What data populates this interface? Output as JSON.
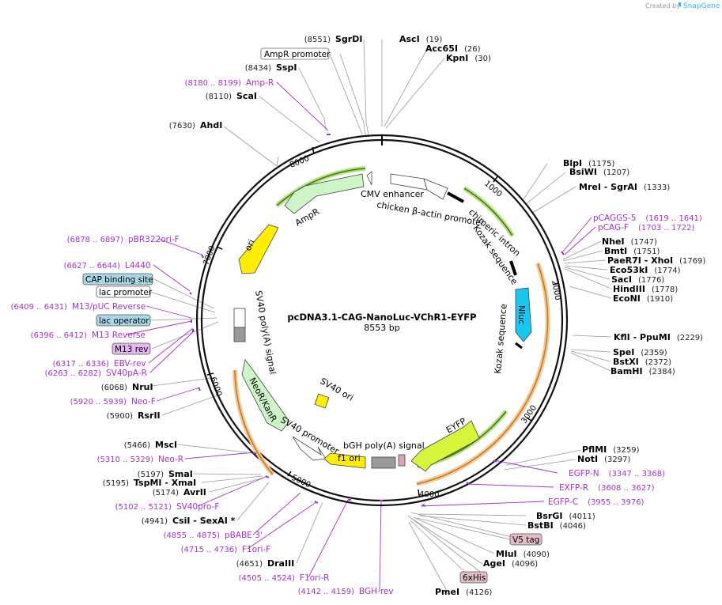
{
  "credit": {
    "prefix": "Created by",
    "brand": "SnapGene"
  },
  "plasmid": {
    "name": "pcDNA3.1-CAG-NanoLuc-VChR1-EYFP",
    "size": "8553 bp"
  },
  "ticks": [
    "1000",
    "2000",
    "3000",
    "4000",
    "5000",
    "6000",
    "7000",
    "8000"
  ],
  "enzymes": [
    {
      "id": "sgrdi",
      "name": "SgrDI",
      "pos": "(8551)"
    },
    {
      "id": "asci",
      "name": "AscI",
      "pos": "(19)"
    },
    {
      "id": "acc65i",
      "name": "Acc65I",
      "pos": "(26)"
    },
    {
      "id": "kpni",
      "name": "KpnI",
      "pos": "(30)"
    },
    {
      "id": "sspi",
      "name": "SspI",
      "pos": "(8434)"
    },
    {
      "id": "scai",
      "name": "ScaI",
      "pos": "(8110)"
    },
    {
      "id": "ahdi",
      "name": "AhdI",
      "pos": "(7630)"
    },
    {
      "id": "blpi",
      "name": "BlpI",
      "pos": "(1175)"
    },
    {
      "id": "bsiwi",
      "name": "BsiWI",
      "pos": "(1207)"
    },
    {
      "id": "mrei",
      "name": "MreI  - SgrAI",
      "pos": "(1333)"
    },
    {
      "id": "nhei",
      "name": "NheI",
      "pos": "(1747)"
    },
    {
      "id": "bmti",
      "name": "BmtI",
      "pos": "(1751)"
    },
    {
      "id": "paer7i",
      "name": "PaeR7I  - XhoI",
      "pos": "(1769)"
    },
    {
      "id": "eco53ki",
      "name": "Eco53kI",
      "pos": "(1774)"
    },
    {
      "id": "saci",
      "name": "SacI",
      "pos": "(1776)"
    },
    {
      "id": "hindiii",
      "name": "HindIII",
      "pos": "(1778)"
    },
    {
      "id": "econi",
      "name": "EcoNI",
      "pos": "(1910)"
    },
    {
      "id": "kfli",
      "name": "KflI  - PpuMI",
      "pos": "(2229)"
    },
    {
      "id": "spei",
      "name": "SpeI",
      "pos": "(2359)"
    },
    {
      "id": "bstxi",
      "name": "BstXI",
      "pos": "(2372)"
    },
    {
      "id": "bamhi",
      "name": "BamHI",
      "pos": "(2384)"
    },
    {
      "id": "pflmi",
      "name": "PflMI",
      "pos": "(3259)"
    },
    {
      "id": "noti",
      "name": "NotI",
      "pos": "(3297)"
    },
    {
      "id": "bsrgi",
      "name": "BsrGI",
      "pos": "(4011)"
    },
    {
      "id": "bstbi",
      "name": "BstBI",
      "pos": "(4046)"
    },
    {
      "id": "mlui",
      "name": "MluI",
      "pos": "(4090)"
    },
    {
      "id": "agei",
      "name": "AgeI",
      "pos": "(4096)"
    },
    {
      "id": "pmei",
      "name": "PmeI",
      "pos": "(4126)"
    },
    {
      "id": "nrui",
      "name": "NruI",
      "pos": "(6068)"
    },
    {
      "id": "rsrii",
      "name": "RsrII",
      "pos": "(5900)"
    },
    {
      "id": "msci",
      "name": "MscI",
      "pos": "(5466)"
    },
    {
      "id": "smai",
      "name": "SmaI",
      "pos": "(5197)"
    },
    {
      "id": "tspmi",
      "name": "TspMI  - XmaI",
      "pos": "(5195)"
    },
    {
      "id": "avrii",
      "name": "AvrII",
      "pos": "(5174)"
    },
    {
      "id": "csii",
      "name": "CsiI  - SexAI *",
      "pos": "(4941)"
    },
    {
      "id": "draiii",
      "name": "DraIII",
      "pos": "(4651)"
    }
  ],
  "primers": [
    {
      "id": "ampr",
      "name": "Amp-R",
      "pos": "(8180 .. 8199)"
    },
    {
      "id": "pcaggs5",
      "name": "pCAGGS-5",
      "pos": "(1619 .. 1641)"
    },
    {
      "id": "pcagf",
      "name": "pCAG-F",
      "pos": "(1703 .. 1722)"
    },
    {
      "id": "pbr322",
      "name": "pBR322ori-F",
      "pos": "(6878 .. 6897)"
    },
    {
      "id": "l4440",
      "name": "L4440",
      "pos": "(6627 .. 6644)"
    },
    {
      "id": "m13puc",
      "name": "M13/pUC Reverse",
      "pos": "(6409 .. 6431)"
    },
    {
      "id": "m13rev",
      "name": "M13 Reverse",
      "pos": "(6396 .. 6412)"
    },
    {
      "id": "ebvrev",
      "name": "EBV-rev",
      "pos": "(6317 .. 6336)"
    },
    {
      "id": "sv40par",
      "name": "SV40pA-R",
      "pos": "(6263 .. 6282)"
    },
    {
      "id": "neof",
      "name": "Neo-F",
      "pos": "(5920 .. 5939)"
    },
    {
      "id": "neor",
      "name": "Neo-R",
      "pos": "(5310 .. 5329)"
    },
    {
      "id": "sv40prof",
      "name": "SV40pro-F",
      "pos": "(5102 .. 5121)"
    },
    {
      "id": "pbabe",
      "name": "pBABE 3'",
      "pos": "(4855 .. 4875)"
    },
    {
      "id": "f1orif",
      "name": "F1ori-F",
      "pos": "(4715 .. 4736)"
    },
    {
      "id": "f1orir",
      "name": "F1ori-R",
      "pos": "(4505 .. 4524)"
    },
    {
      "id": "bghrev",
      "name": "BGH-rev",
      "pos": "(4142 .. 4159)"
    },
    {
      "id": "egfpn",
      "name": "EGFP-N",
      "pos": "(3347 .. 3368)"
    },
    {
      "id": "egfpr",
      "name": "EXFP-R",
      "pos": "(3608 .. 3627)"
    },
    {
      "id": "egfpc",
      "name": "EGFP-C",
      "pos": "(3955 .. 3976)"
    }
  ],
  "boxed_features": {
    "ampr_promoter": "AmpR promoter",
    "cap_site": "CAP binding site",
    "lac_promoter": "lac promoter",
    "lac_operator": "lac operator",
    "m13_rev": "M13 rev",
    "v5_tag": "V5 tag",
    "sixhis": "6xHis"
  },
  "features": {
    "cmv": "CMV enhancer",
    "cba": "chicken β-actin promoter",
    "intron": "chimeric intron",
    "kozak1": "Kozak sequence",
    "nluc": "Nluc",
    "kozak2": "Kozak sequence",
    "eyfp": "EYFP",
    "bgh": "bGH poly(A) signal",
    "f1ori": "f1 ori",
    "sv40prom": "SV40 promoter",
    "sv40ori": "SV40 ori",
    "neo": "NeoR/KanR",
    "sv40pa": "SV40 poly(A) signal",
    "ori": "ori",
    "amp": "AmpR"
  },
  "colors": {
    "amp": "#cdf5c8",
    "neo": "#cdf5c8",
    "ori": "#ffee00",
    "f1ori": "#ffee00",
    "sv40ori": "#ffee00",
    "nluc": "#16c7f0",
    "eyfp": "#d6f53b",
    "promoter": "#ffffff",
    "polyA": "#9a9a9a",
    "primer": "#a233c9",
    "box_blue": "#a8d8e6",
    "box_pink": "#e4bdc6",
    "box_purple": "#e5b7ef"
  }
}
